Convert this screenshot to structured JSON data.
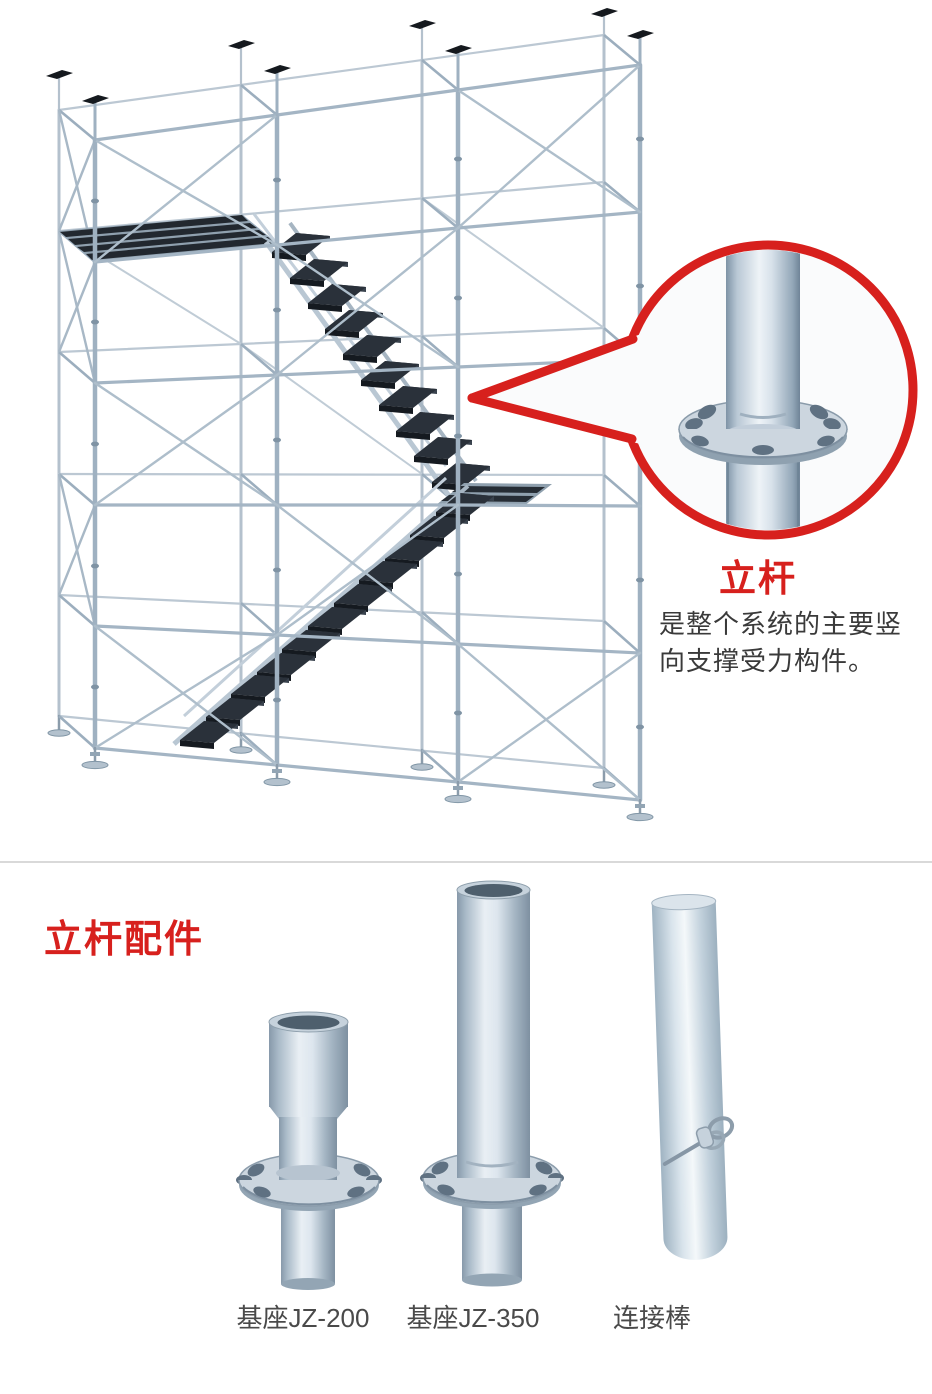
{
  "callout": {
    "title": "立杆",
    "desc_line1": "是整个系统的主要竖",
    "desc_line2": "向支撑受力构件。"
  },
  "accessories": {
    "heading": "立杆配件",
    "items": [
      {
        "label": "基座JZ-200"
      },
      {
        "label": "基座JZ-350"
      },
      {
        "label": "连接棒"
      }
    ]
  },
  "colors": {
    "accent_red": "#d7201d",
    "steel_light": "#b4c1cd",
    "steel_mid": "#9fb1c1",
    "stair_tread": "#2a313a",
    "divider": "#d9d9d9",
    "body_text": "#3a3a3a",
    "label_text": "#4a4a4a"
  }
}
